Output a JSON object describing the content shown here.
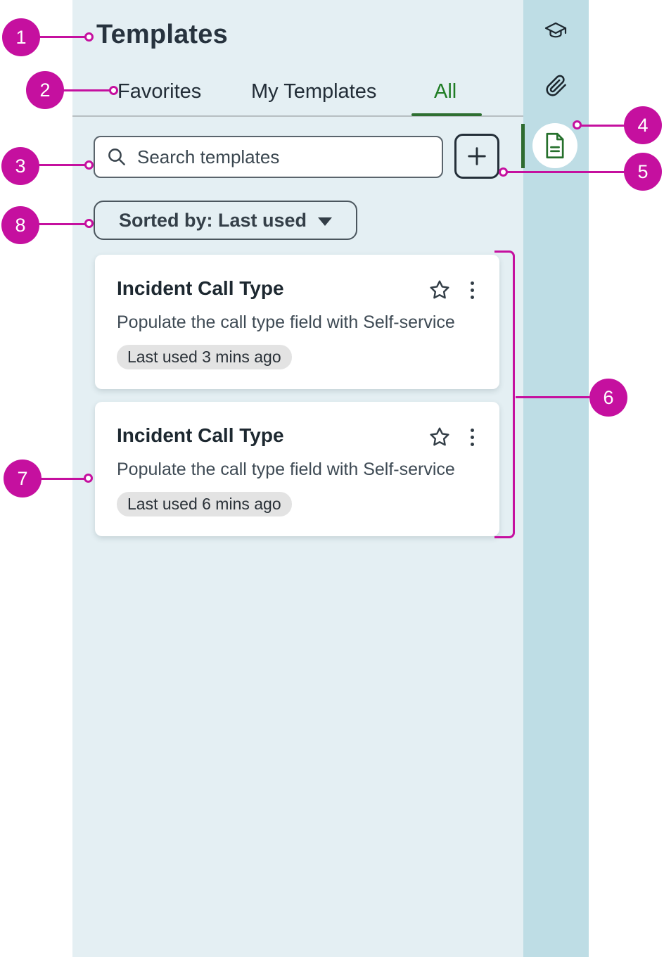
{
  "panel": {
    "title": "Templates",
    "tabs": [
      {
        "label": "Favorites",
        "active": false
      },
      {
        "label": "My Templates",
        "active": false
      },
      {
        "label": "All",
        "active": true
      }
    ],
    "search": {
      "placeholder": "Search templates"
    },
    "sort_button": {
      "label": "Sorted by: Last used"
    },
    "cards": [
      {
        "title": "Incident Call Type",
        "description": "Populate the call type field with Self-service",
        "last_used": "Last used 3 mins ago"
      },
      {
        "title": "Incident Call Type",
        "description": "Populate the call type field with Self-service",
        "last_used": "Last used 6 mins ago"
      }
    ]
  },
  "rail": {
    "icons": [
      "graduation-cap",
      "paperclip",
      "document"
    ],
    "active_icon": "document"
  },
  "callouts": {
    "badge_color": "#c5109f",
    "items": [
      {
        "number": "1",
        "target": "templates-title"
      },
      {
        "number": "2",
        "target": "tabs"
      },
      {
        "number": "3",
        "target": "search-input"
      },
      {
        "number": "4",
        "target": "templates-rail-icon"
      },
      {
        "number": "5",
        "target": "add-template-button"
      },
      {
        "number": "6",
        "target": "template-card-list"
      },
      {
        "number": "7",
        "target": "template-card"
      },
      {
        "number": "8",
        "target": "sort-dropdown"
      }
    ]
  },
  "colors": {
    "panel_background": "#e4eff3",
    "rail_background": "#bedde5",
    "active_green": "#1f7d24",
    "underline_green": "#2e6f31",
    "annotation_magenta": "#c5109f",
    "text_dark": "#27333e"
  }
}
